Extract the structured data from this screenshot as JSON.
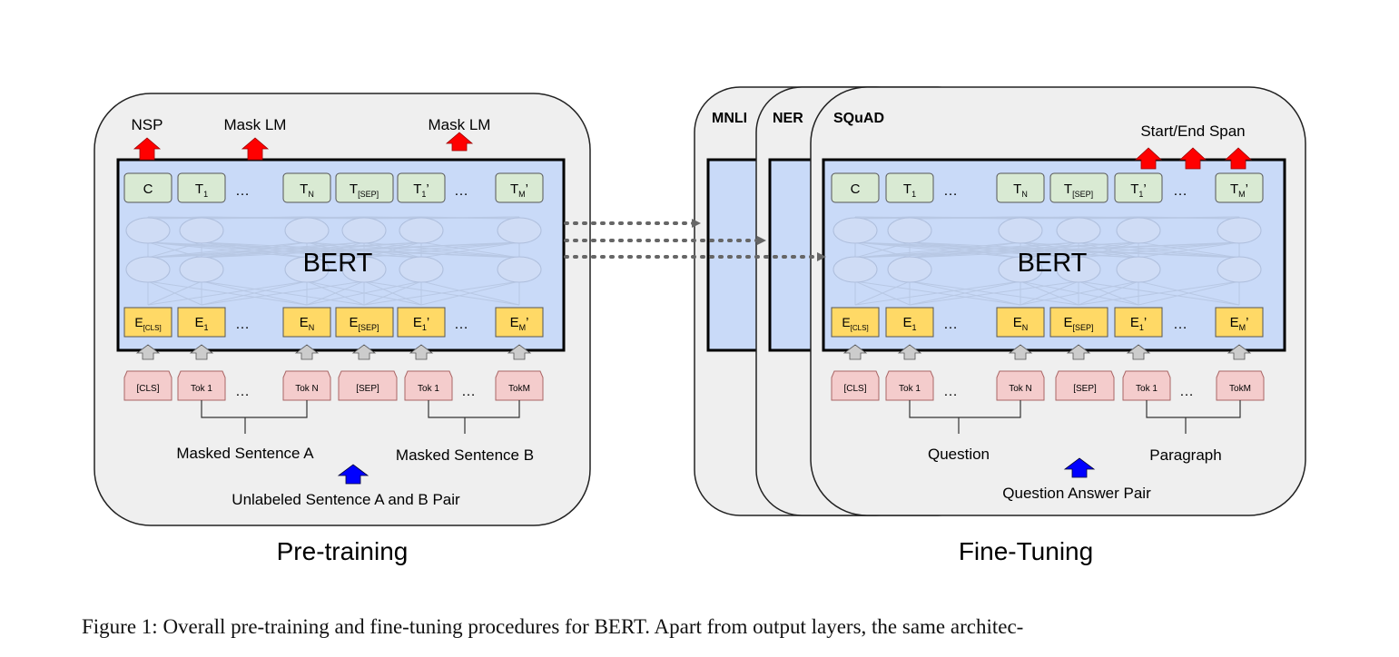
{
  "pretraining": {
    "panel_label": "Pre-training",
    "model_label": "BERT",
    "heads": [
      "NSP",
      "Mask LM",
      "Mask LM"
    ],
    "outputs": [
      "C",
      "T1",
      "…",
      "TN",
      "T[SEP]",
      "T1'",
      "…",
      "TM'"
    ],
    "embeddings": [
      "E[CLS]",
      "E1",
      "…",
      "EN",
      "E[SEP]",
      "E1'",
      "…",
      "EM'"
    ],
    "tokens": [
      "[CLS]",
      "Tok 1",
      "…",
      "Tok N",
      "[SEP]",
      "Tok 1",
      "…",
      "TokM"
    ],
    "segment_a": "Masked Sentence A",
    "segment_b": "Masked Sentence B",
    "input_label": "Unlabeled Sentence A and B Pair"
  },
  "finetuning": {
    "panel_label": "Fine-Tuning",
    "model_label": "BERT",
    "tasks": [
      "MNLI",
      "NER",
      "SQuAD"
    ],
    "head": "Start/End Span",
    "outputs": [
      "C",
      "T1",
      "…",
      "TN",
      "T[SEP]",
      "T1'",
      "…",
      "TM'"
    ],
    "embeddings": [
      "E[CLS]",
      "E1",
      "…",
      "EN",
      "E[SEP]",
      "E1'",
      "…",
      "EM'"
    ],
    "tokens": [
      "[CLS]",
      "Tok 1",
      "…",
      "Tok N",
      "[SEP]",
      "Tok 1",
      "…",
      "TokM"
    ],
    "segment_a": "Question",
    "segment_b": "Paragraph",
    "input_label": "Question Answer Pair"
  },
  "caption": "Figure 1: Overall pre-training and fine-tuning procedures for BERT. Apart from output layers, the same architec-",
  "colors": {
    "panel_fill": "#efefef",
    "model_fill": "#c9daf8",
    "output_fill": "#d9ead3",
    "embedding_fill": "#ffd966",
    "token_fill": "#f4cccc",
    "head_arrow": "#ff0000",
    "input_arrow": "#0000ff"
  }
}
